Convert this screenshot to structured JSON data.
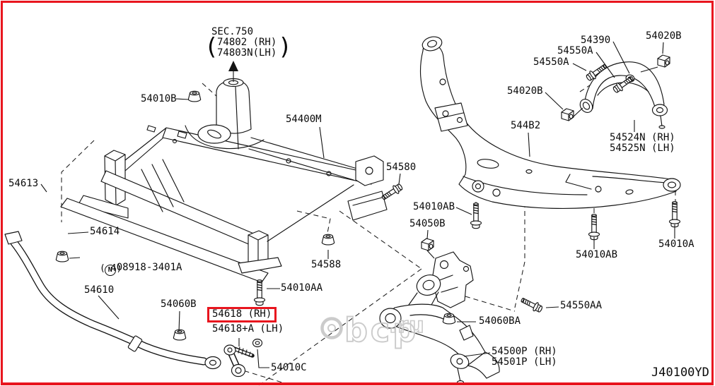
{
  "meta": {
    "drawing_code": "J40100YD"
  },
  "colors": {
    "accent": "#e8151e",
    "line": "#141414",
    "watermark": "#c6c6c6"
  },
  "watermark": {
    "full": "abcp.ru",
    "main": "bcp",
    "tld": ".ru"
  },
  "section_note": {
    "title": "SEC.750",
    "paren_open": "(",
    "paren_close": ")",
    "rh": "74802 (RH)",
    "lh": "74803N(LH)"
  },
  "labels": {
    "p54010B": {
      "text": "54010B"
    },
    "p54400M": {
      "text": "54400M"
    },
    "p54580": {
      "text": "54580"
    },
    "p54613": {
      "text": "54613"
    },
    "p54614": {
      "text": "54614"
    },
    "p08918": {
      "prefix": "N",
      "text": "08918-3401A",
      "qty": "( 4)"
    },
    "p54610": {
      "text": "54610"
    },
    "p54060B": {
      "text": "54060B"
    },
    "p54618rh": {
      "text": "54618 (RH)",
      "highlighted": true
    },
    "p54618lh": {
      "text": "54618+A (LH)"
    },
    "p54010C": {
      "text": "54010C"
    },
    "p54588": {
      "text": "54588"
    },
    "p54010AA": {
      "text": "54010AA"
    },
    "p54010ABleft": {
      "text": "54010AB"
    },
    "p54050B": {
      "text": "54050B"
    },
    "p544B2": {
      "text": "544B2"
    },
    "p54020Bleft": {
      "text": "54020B"
    },
    "p54390": {
      "text": "54390"
    },
    "p54550Aupper": {
      "text": "54550A"
    },
    "p54550Alower": {
      "text": "54550A"
    },
    "p54020Btop": {
      "text": "54020B"
    },
    "p54524N": {
      "text": "54524N (RH)"
    },
    "p54525N": {
      "text": "54525N (LH)"
    },
    "p54010ABright": {
      "text": "54010AB"
    },
    "p54010A": {
      "text": "54010A"
    },
    "p54550AA": {
      "text": "54550AA"
    },
    "p54060BA": {
      "text": "54060BA"
    },
    "p54500P": {
      "text": "54500P (RH)"
    },
    "p54501P": {
      "text": "54501P (LH)"
    }
  }
}
